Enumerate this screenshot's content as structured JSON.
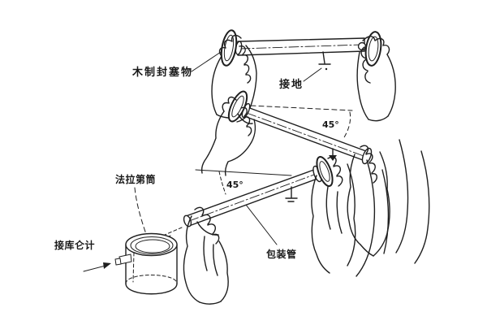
{
  "colors": {
    "ink": "#1f1f1f",
    "background": "#ffffff"
  },
  "labels": {
    "wooden_plug": "木制封塞物",
    "ground_top": "接地",
    "angle_middle": "45°",
    "angle_bottom": "45°",
    "faraday_cup": "法拉第筒",
    "to_coulombmeter": "接库仑计",
    "packaging_tube": "包装管"
  }
}
